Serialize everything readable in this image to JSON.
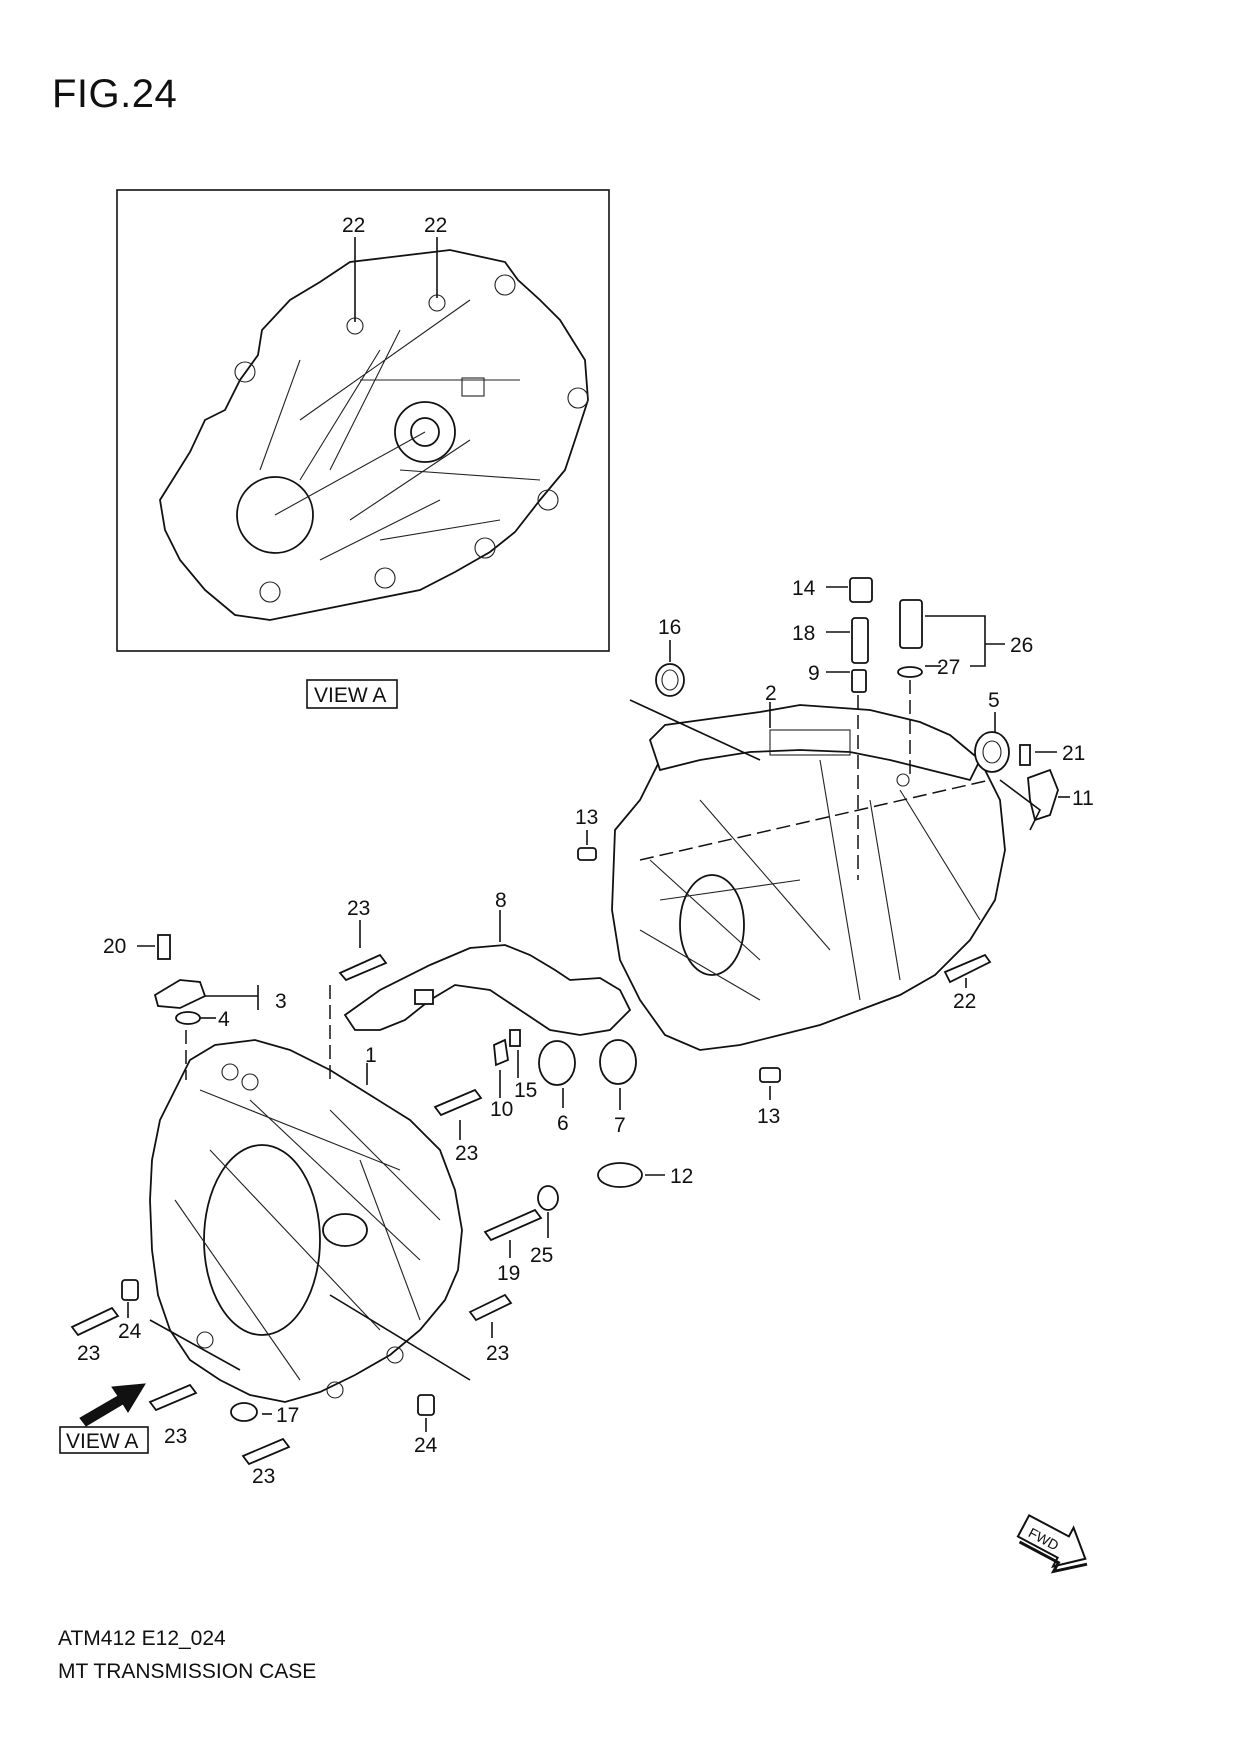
{
  "header": {
    "figure_title": "FIG.24"
  },
  "footer": {
    "diagram_code": "ATM412 E12_024",
    "diagram_name": "MT TRANSMISSION CASE"
  },
  "view_labels": {
    "inset": "VIEW A",
    "arrow": "VIEW A"
  },
  "fwd_badge": "FWD",
  "callouts": {
    "c1": "1",
    "c2": "2",
    "c3": "3",
    "c4": "4",
    "c5": "5",
    "c6": "6",
    "c7": "7",
    "c8": "8",
    "c9": "9",
    "c10": "10",
    "c11": "11",
    "c12": "12",
    "c13a": "13",
    "c13b": "13",
    "c14": "14",
    "c15": "15",
    "c16": "16",
    "c17": "17",
    "c18": "18",
    "c19": "19",
    "c20": "20",
    "c21": "21",
    "c22a": "22",
    "c22b": "22",
    "c22c": "22",
    "c23a": "23",
    "c23b": "23",
    "c23c": "23",
    "c23d": "23",
    "c23e": "23",
    "c23f": "23",
    "c24a": "24",
    "c24b": "24",
    "c25": "25",
    "c26": "26",
    "c27": "27"
  }
}
